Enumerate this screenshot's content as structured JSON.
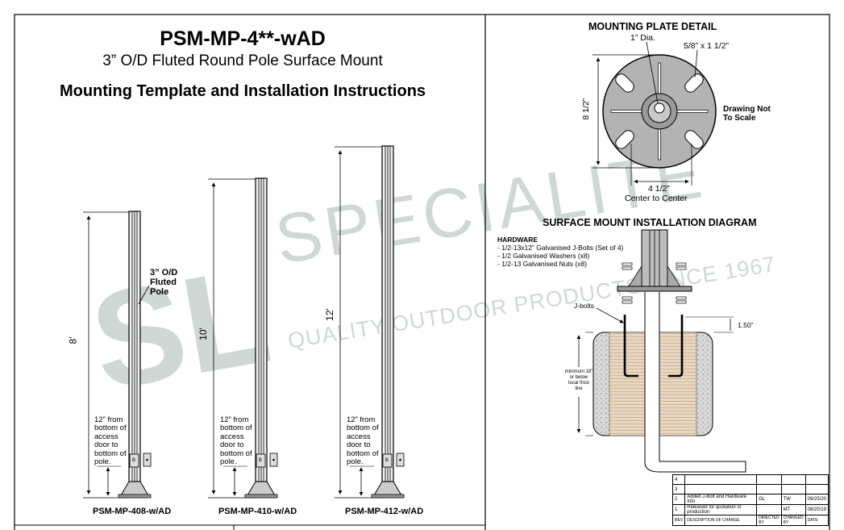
{
  "title": "PSM-MP-4**-wAD",
  "subtitle": "3” O/D Fluted Round Pole Surface Mount",
  "heading": "Mounting Template and Installation Instructions",
  "watermark": {
    "logo_letters": "SL",
    "brand": "SPECIALITE",
    "tagline": "QUALITY OUTDOOR PRODUCTS SINCE 1967",
    "color": "#cfd8d5"
  },
  "poles": [
    {
      "height_label": "8'",
      "note": "12” from bottom of access door to bottom of pole.",
      "model": "PSM-MP-408-w/AD",
      "height_ft": 8
    },
    {
      "height_label": "10'",
      "note": "12” from bottom of access door to bottom of pole.",
      "model": "PSM-MP-410-w/AD",
      "height_ft": 10
    },
    {
      "height_label": "12'",
      "note": "12” from bottom of access door to bottom of pole.",
      "model": "PSM-MP-412-w/AD",
      "height_ft": 12
    }
  ],
  "pole_callout": "3” O/D Fluted Pole",
  "access_door_mark": "B",
  "mounting_plate": {
    "header": "MOUNTING PLATE DETAIL",
    "hole_label": "1” Dia.",
    "slot_label": "5/8” x 1 1/2”",
    "diameter_label": "8 1/2”",
    "bolt_spacing_label": "4 1/2”",
    "bolt_spacing_caption": "Center to Center",
    "scale_note": "Drawing Not To Scale"
  },
  "install": {
    "header": "SURFACE MOUNT INSTALLATION DIAGRAM",
    "hardware_title": "HARDWARE",
    "hardware_items": [
      "- 1/2-13x12” Galvanised J-Bolts (Set of 4)",
      "- 1/2 Galvanised Washers (x8)",
      "- 1/2-13 Galvanised Nuts (x8)"
    ],
    "jbolts_label": "J-bolts",
    "projection_label": "1.50”",
    "depth_note": "minimum 18” or below local frost line"
  },
  "revisions": {
    "rows": [
      {
        "rev": "4",
        "desc": "",
        "dir": "",
        "chg": "",
        "date": ""
      },
      {
        "rev": "3",
        "desc": "",
        "dir": "",
        "chg": "",
        "date": ""
      },
      {
        "rev": "2",
        "desc": "Added J-Bolt and Hardware Info",
        "dir": "GL",
        "chg": "TW",
        "date": "09/25/20"
      },
      {
        "rev": "1",
        "desc": "Released for quotation or production",
        "dir": "",
        "chg": "MT",
        "date": "08/20/19"
      }
    ],
    "header": {
      "rev": "REV",
      "desc": "DESCRIPTION OF CHANGE",
      "dir": "DIRECTED BY",
      "chg": "CHANGED BY",
      "date": "DATE"
    }
  }
}
